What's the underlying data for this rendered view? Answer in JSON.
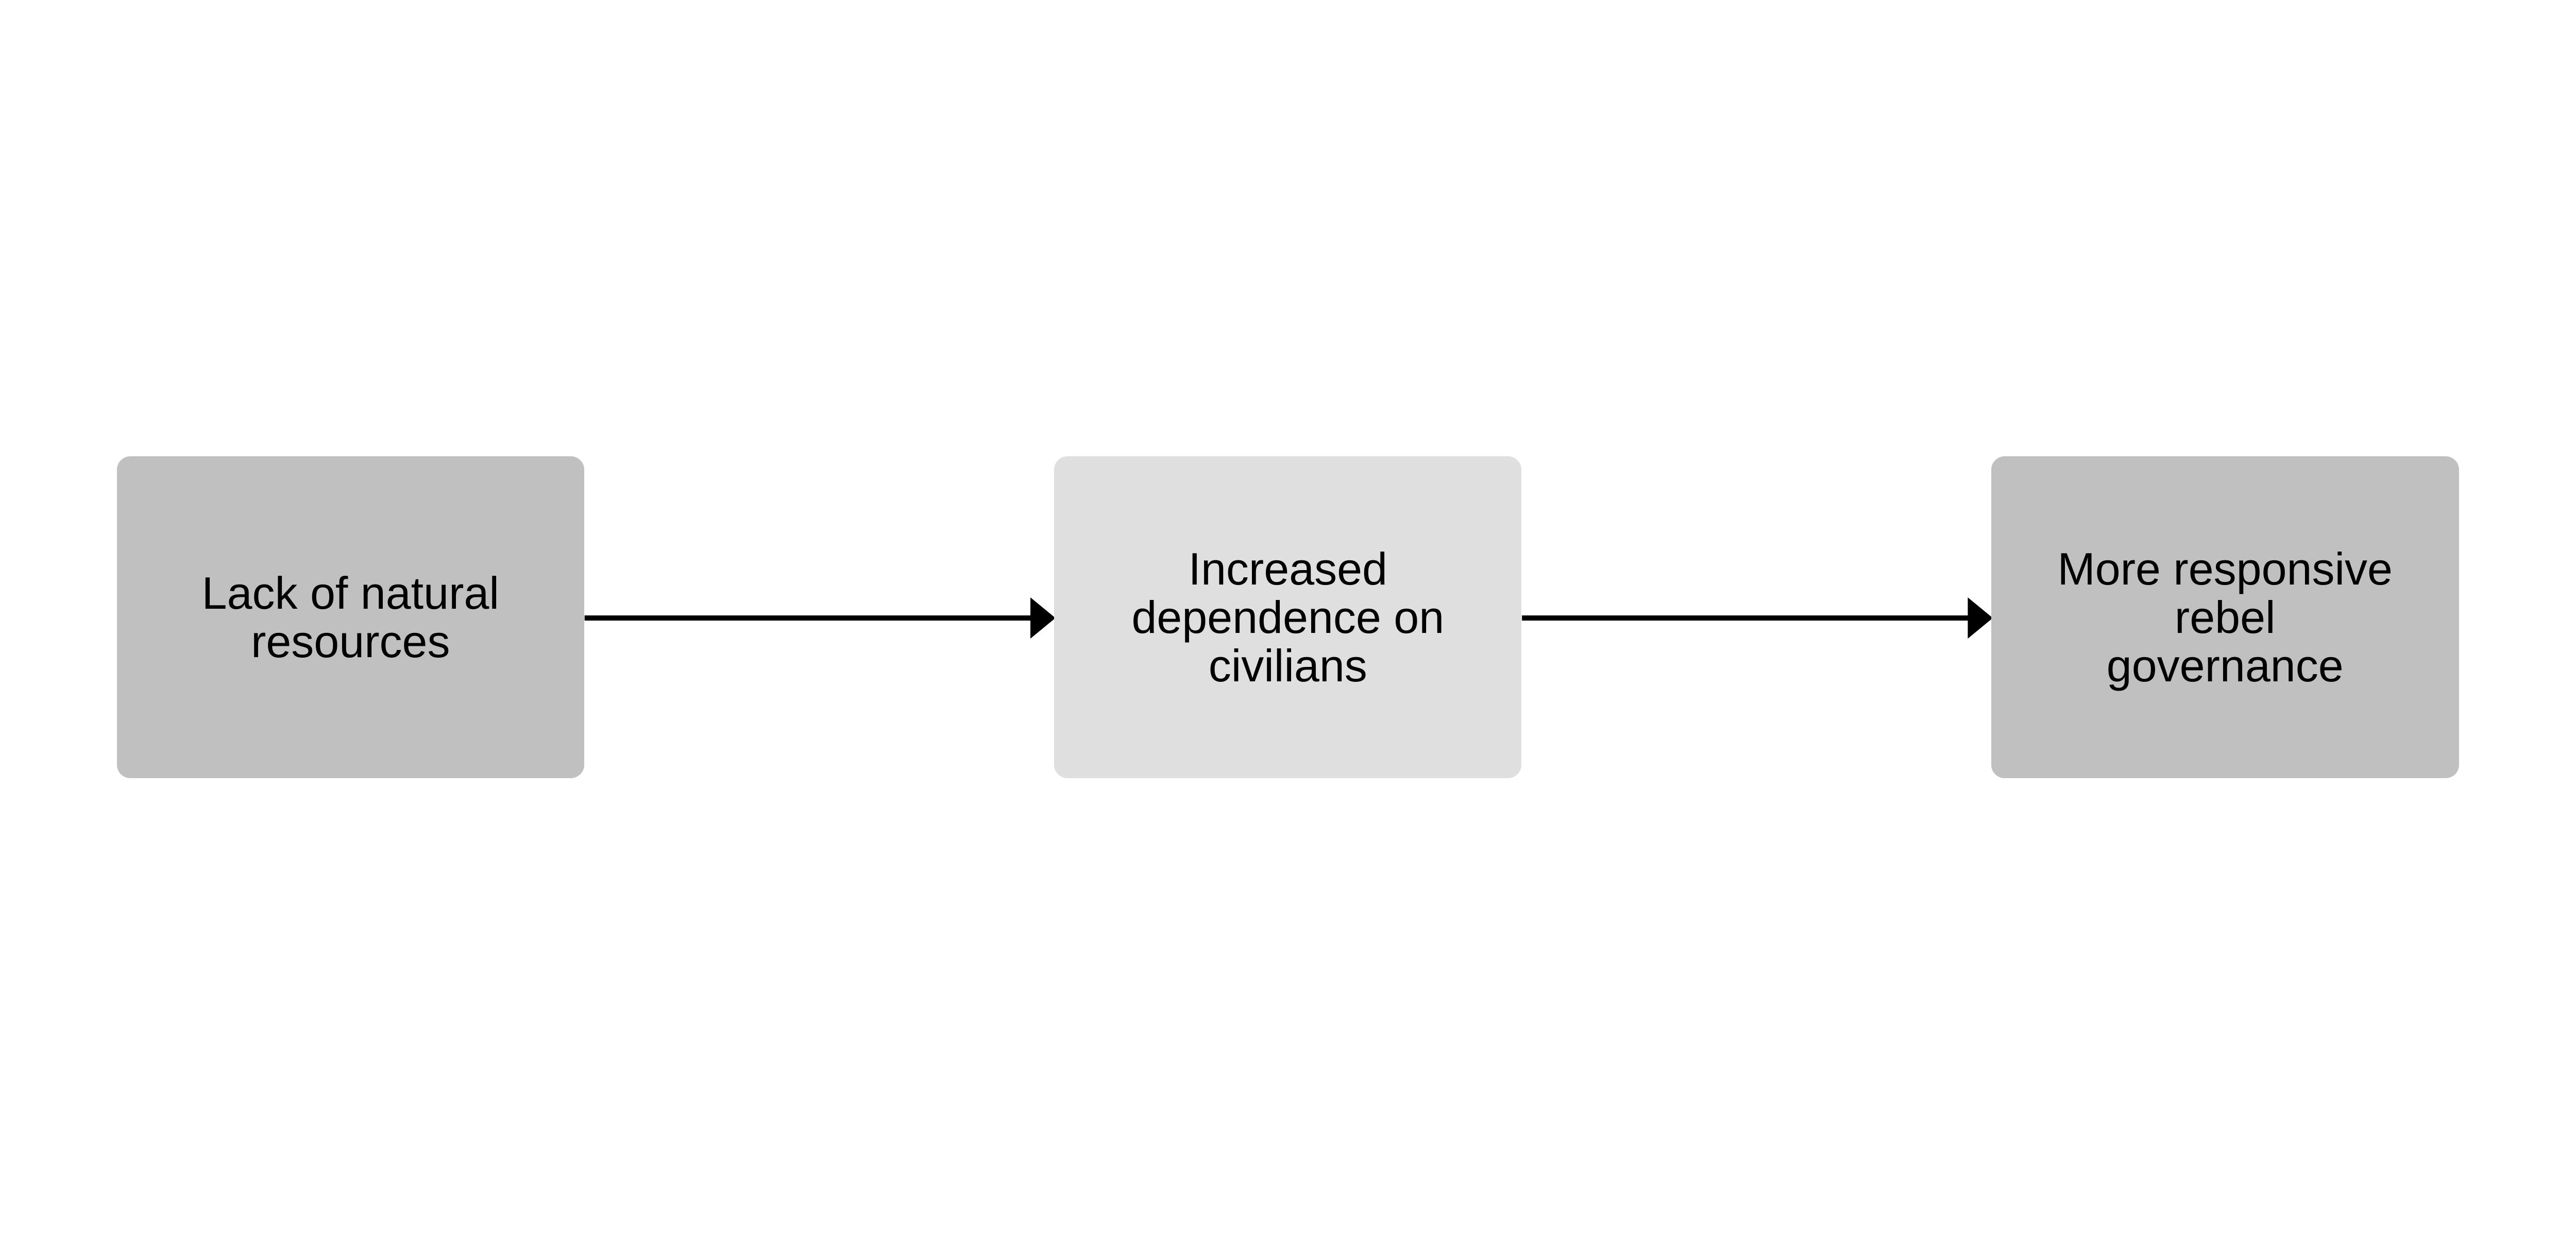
{
  "nodes": [
    {
      "label": "Lack of natural\nresources",
      "color": "#c0c0c0"
    },
    {
      "label": "Increased\ndependence on\ncivilians",
      "color": "#dfdfdf"
    },
    {
      "label": "More responsive\nrebel\ngovernance",
      "color": "#c0c0c0"
    }
  ],
  "edges": [
    {
      "from": 0,
      "to": 1
    },
    {
      "from": 1,
      "to": 2
    }
  ],
  "edge_color": "#000000"
}
